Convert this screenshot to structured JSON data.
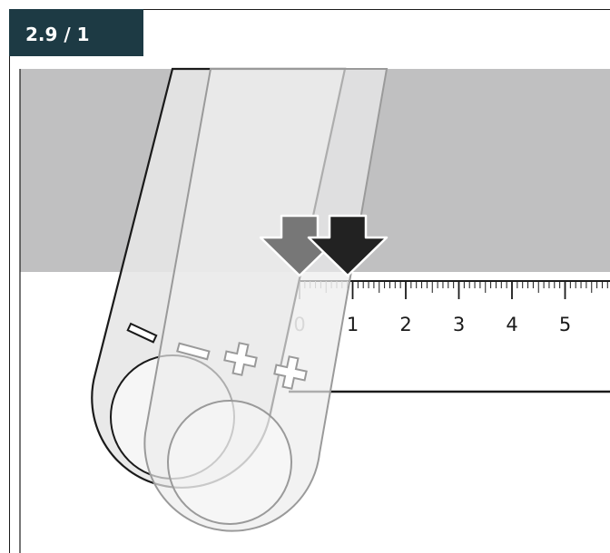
{
  "step": {
    "label": "2.9 / 1"
  },
  "colors": {
    "badge_bg": "#1d3a44",
    "wall": "#c0c0c1",
    "line": "#1a1a1a",
    "outline_light": "#9a9a9a",
    "arrow_dark": "#222222",
    "arrow_mid": "#777777"
  },
  "ruler": {
    "labels": [
      "0",
      "1",
      "2",
      "3",
      "4",
      "5"
    ],
    "dim_labels": [
      "0"
    ]
  },
  "icons": [
    "minus-sign-icon",
    "plus-sign-icon",
    "arrow-down-icon"
  ]
}
